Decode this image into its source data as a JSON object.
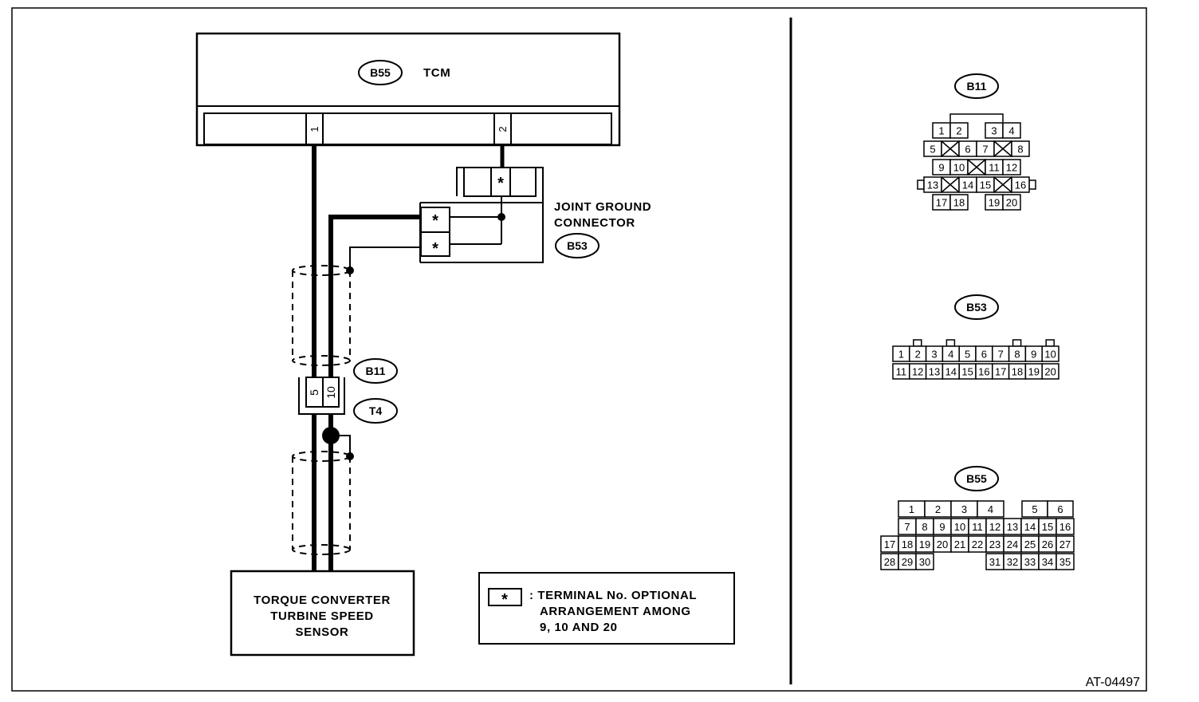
{
  "tcm": {
    "badge": "B55",
    "label": "TCM",
    "pin1": "1",
    "pin2": "2"
  },
  "joint": {
    "line1": "JOINT GROUND",
    "line2": "CONNECTOR",
    "badge": "B53",
    "star": "*"
  },
  "inline": {
    "badge_b11": "B11",
    "badge_t4": "T4",
    "pin5": "5",
    "pin10": "10"
  },
  "sensor": {
    "line1": "TORQUE CONVERTER",
    "line2": "TURBINE SPEED",
    "line3": "SENSOR"
  },
  "legend": {
    "star": "*",
    "line1": ": TERMINAL No. OPTIONAL",
    "line2": "ARRANGEMENT AMONG",
    "line3": "9, 10 AND 20"
  },
  "connectors": {
    "b11": {
      "badge": "B11",
      "row1": [
        "1",
        "2",
        "3",
        "4"
      ],
      "row2": [
        "5",
        "6",
        "7",
        "8"
      ],
      "row3": [
        "9",
        "10",
        "11",
        "12"
      ],
      "row4": [
        "13",
        "14",
        "15",
        "16"
      ],
      "row5": [
        "17",
        "18",
        "19",
        "20"
      ]
    },
    "b53": {
      "badge": "B53",
      "row1": [
        "1",
        "2",
        "3",
        "4",
        "5",
        "6",
        "7",
        "8",
        "9",
        "10"
      ],
      "row2": [
        "11",
        "12",
        "13",
        "14",
        "15",
        "16",
        "17",
        "18",
        "19",
        "20"
      ]
    },
    "b55": {
      "badge": "B55",
      "row1": [
        "1",
        "2",
        "3",
        "4",
        "5",
        "6"
      ],
      "row2": [
        "7",
        "8",
        "9",
        "10",
        "11",
        "12",
        "13",
        "14",
        "15",
        "16"
      ],
      "row3": [
        "17",
        "18",
        "19",
        "20",
        "21",
        "22",
        "23",
        "24",
        "25",
        "26",
        "27"
      ],
      "row4": [
        "28",
        "29",
        "30",
        "31",
        "32",
        "33",
        "34",
        "35"
      ]
    }
  },
  "figure_id": "AT-04497"
}
